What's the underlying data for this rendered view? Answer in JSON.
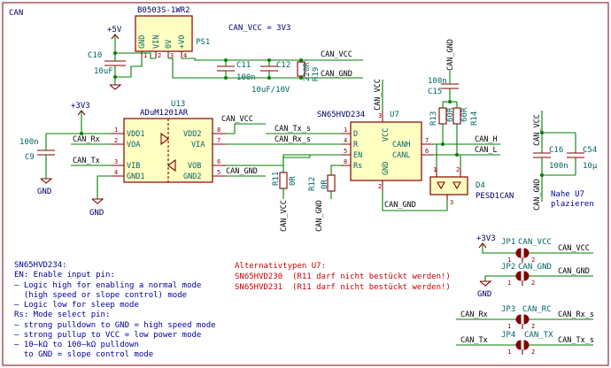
{
  "sheet_title": "CAN",
  "can_vcc_note": "CAN_VCC = 3V3",
  "ps1": {
    "ref": "PS1",
    "value": "B0503S-1WR2",
    "pins": [
      "GND",
      "VIN",
      "0V",
      "+VO"
    ],
    "pin_nums": [
      "1",
      "2",
      "3",
      "4"
    ]
  },
  "power": {
    "p5v": "+5V",
    "p3v3_left": "+3V3",
    "p3v3_jp": "+3V3",
    "gnd": "GND"
  },
  "c10": {
    "ref": "C10",
    "value": "10uF"
  },
  "c11": {
    "ref": "C11",
    "value": "100n"
  },
  "c12": {
    "ref": "C12",
    "value": "10uF/10V"
  },
  "r19": {
    "ref": "R19",
    "value": "220R"
  },
  "c9": {
    "ref": "C9",
    "value": "100n"
  },
  "u13": {
    "ref": "U13",
    "value": "ADuM1201AR",
    "pins_left": [
      "VDD1",
      "VOA",
      "VIB",
      "GND1"
    ],
    "pins_right": [
      "VDD2",
      "VIA",
      "VOB",
      "GND2"
    ],
    "nums_left": [
      "1",
      "2",
      "3",
      "4"
    ],
    "nums_right": [
      "8",
      "7",
      "6",
      "5"
    ]
  },
  "u7": {
    "ref": "U7",
    "value": "SN65HVD234",
    "pins_left": [
      "D",
      "R",
      "EN",
      "Rs"
    ],
    "pins_right": [
      "CANH",
      "CANL"
    ],
    "vcc": "VCC",
    "gnd": "GND",
    "nums_left": [
      "1",
      "4",
      "5",
      "8"
    ],
    "nums_right": [
      "7",
      "6"
    ],
    "num_vcc": "3",
    "num_gnd": "2"
  },
  "r11": {
    "ref": "R11",
    "value": "0R"
  },
  "r12": {
    "ref": "R12",
    "value": "0R"
  },
  "r13": {
    "ref": "R13",
    "value": "60R"
  },
  "r14": {
    "ref": "R14",
    "value": "60R"
  },
  "c15": {
    "ref": "C15",
    "value": "100n"
  },
  "c16": {
    "ref": "C16",
    "value": "100n"
  },
  "c54": {
    "ref": "C54",
    "value": "10µ"
  },
  "d4": {
    "ref": "D4",
    "value": "PESD1CAN",
    "pins": [
      "1",
      "2",
      "3"
    ]
  },
  "near_u7_note": [
    "Nahe U7",
    "plazieren"
  ],
  "nets": {
    "can_vcc": "CAN_VCC",
    "can_gnd": "CAN_GND",
    "can_rx": "CAN_Rx",
    "can_tx": "CAN_Tx",
    "can_tx_s": "CAN_Tx_s",
    "can_rx_s": "CAN_Rx_s",
    "can_h": "CAN_H",
    "can_l": "CAN_L"
  },
  "jumpers": [
    {
      "ref": "JP1",
      "value": "CAN_VCC",
      "left": "+3V3",
      "right": "CAN_VCC"
    },
    {
      "ref": "JP2",
      "value": "CAN_GND",
      "left": "GND",
      "right": "CAN_GND"
    },
    {
      "ref": "JP3",
      "value": "CAN_RC",
      "left": "CAN_Rx",
      "right": "CAN_Rx_s"
    },
    {
      "ref": "JP4",
      "value": "CAN_TX",
      "left": "CAN_Tx",
      "right": "CAN_Tx_s"
    }
  ],
  "notes": [
    "SN65HVD234:",
    "EN: Enable input pin:",
    "– Logic high for enabling a normal mode",
    "  (high speed or slope control) mode",
    "– Logic low for sleep mode",
    "Rs: Mode select pin:",
    "– strong pulldown to GND = high speed mode",
    "– strong pullup to VCC = low power mode",
    "– 10–kΩ to 100–kΩ pulldown",
    "  to GND = slope control mode"
  ],
  "alternatives": [
    "Alternativtypen U7:",
    "SN65HVD230  (R11 darf nicht bestückt werden!)",
    "SN65HVD231  (R11 darf nicht bestückt werden!)"
  ],
  "colors": {
    "wire": "#008000",
    "body_fill": "#ffffc2",
    "body_stroke": "#840000",
    "text": "#000066",
    "ref_text": "#006464",
    "warning": "#cc0000"
  }
}
